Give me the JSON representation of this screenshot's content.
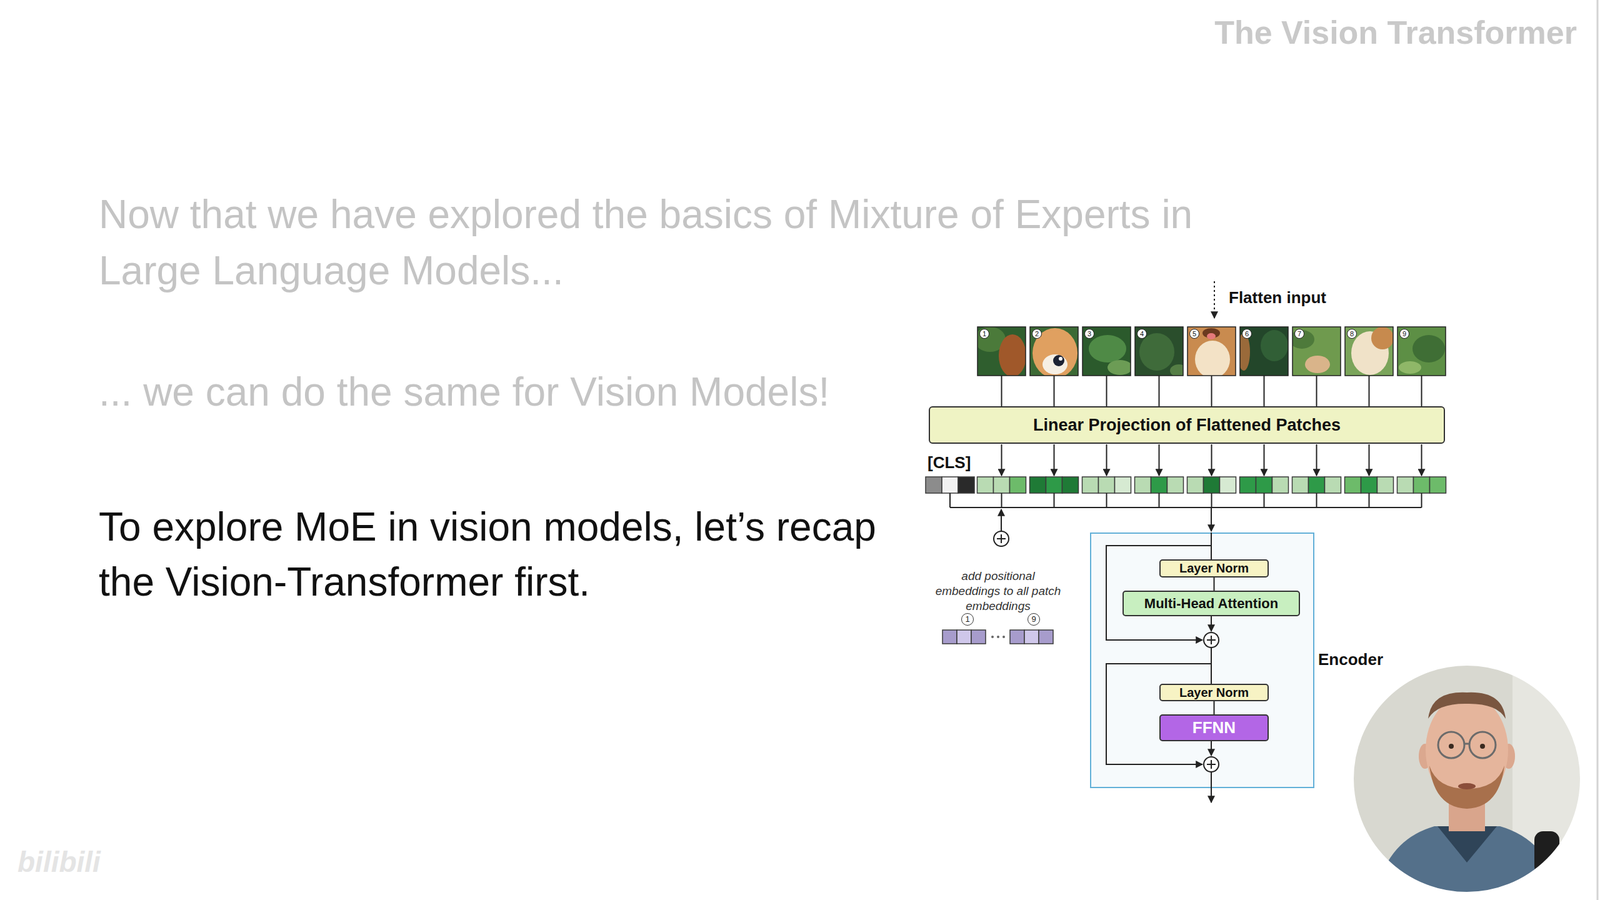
{
  "diagram": {
    "title": "The Vision Transformer",
    "nodes": [
      {
        "text": [
          "1"
        ]
      },
      {
        "text": [
          "2"
        ]
      },
      {
        "text": [
          "3"
        ]
      },
      {
        "text": [
          "4"
        ]
      },
      {
        "text": [
          "5"
        ]
      },
      {
        "text": [
          "6"
        ]
      },
      {
        "text": [
          "7"
        ]
      },
      {
        "text": [
          "8"
        ]
      },
      {
        "text": [
          "9"
        ]
      },
      {
        "text": [
          "Linear Projection of Flattened Patches"
        ]
      },
      {
        "text": [
          "Encoder"
        ]
      },
      {
        "text": [
          "Layer Norm"
        ],
        "in": 10
      },
      {
        "text": [
          "Multi-Head Attention"
        ],
        "in": 10
      },
      {
        "text": [
          "Layer Norm"
        ],
        "in": 10
      },
      {
        "text": [
          "FFNN"
        ],
        "in": 10
      }
    ],
    "edges": [
      {
        "from": 0,
        "to": 9,
        "arrow": "none"
      },
      {
        "from": 1,
        "to": 9,
        "arrow": "none"
      },
      {
        "from": 2,
        "to": 9,
        "arrow": "none"
      },
      {
        "from": 3,
        "to": 9,
        "arrow": "none"
      },
      {
        "from": 4,
        "to": 9,
        "arrow": "none"
      },
      {
        "from": 5,
        "to": 9,
        "arrow": "none"
      },
      {
        "from": 6,
        "to": 9,
        "arrow": "none"
      },
      {
        "from": 7,
        "to": 9,
        "arrow": "none"
      },
      {
        "from": 8,
        "to": 9,
        "arrow": "none"
      },
      {
        "from": 11,
        "to": 12,
        "arrow": "none"
      },
      {
        "from": 13,
        "to": 14,
        "arrow": "none"
      }
    ],
    "labels": [
      "Now that we have explored the basics of Mixture of Experts in Large Language Models...",
      "... we can do the same for Vision Models!",
      "To explore MoE in vision models, let’s recap the Vision-Transformer first.",
      "Flatten input",
      "[CLS]",
      "add positional embeddings to all patch embeddings",
      "1",
      "9",
      "bilibili"
    ]
  }
}
